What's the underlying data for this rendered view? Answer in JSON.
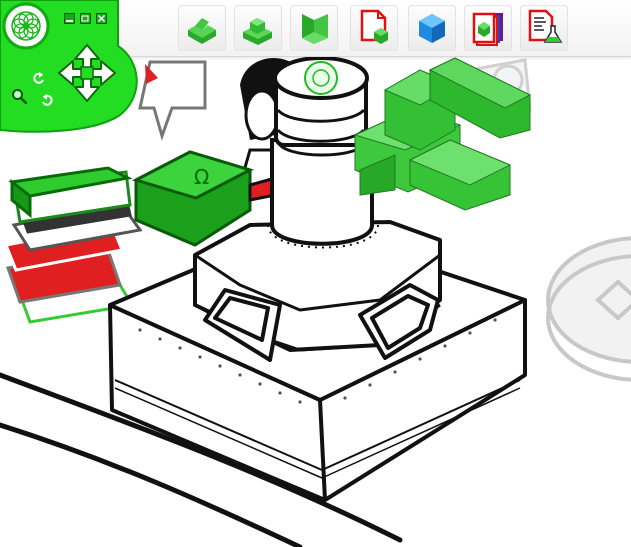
{
  "window": {
    "controls": [
      "minimize",
      "restore",
      "close"
    ]
  },
  "toolbar": {
    "buttons": [
      {
        "id": "tool-stairs-2x2",
        "icon": "block-grid-icon"
      },
      {
        "id": "tool-stairs-3d",
        "icon": "block-steps-icon"
      },
      {
        "id": "tool-wall-block",
        "icon": "block-wall-icon"
      },
      {
        "id": "tool-new-model",
        "icon": "new-page-icon"
      },
      {
        "id": "tool-crystal",
        "icon": "blue-gem-icon"
      },
      {
        "id": "tool-model-library",
        "icon": "stacked-pages-icon"
      },
      {
        "id": "tool-test-model",
        "icon": "lab-flask-page-icon"
      }
    ]
  },
  "control_pad": {
    "icons": [
      "logo-rosette-icon",
      "move-arrows-icon",
      "zoom-icon",
      "rotate-left-icon",
      "rotate-right-icon"
    ]
  },
  "colors": {
    "brand_green": "#22dd22",
    "dark_green": "#139a13",
    "block_green": "#44cc44",
    "red_book": "#e02020",
    "outline": "#111111"
  }
}
